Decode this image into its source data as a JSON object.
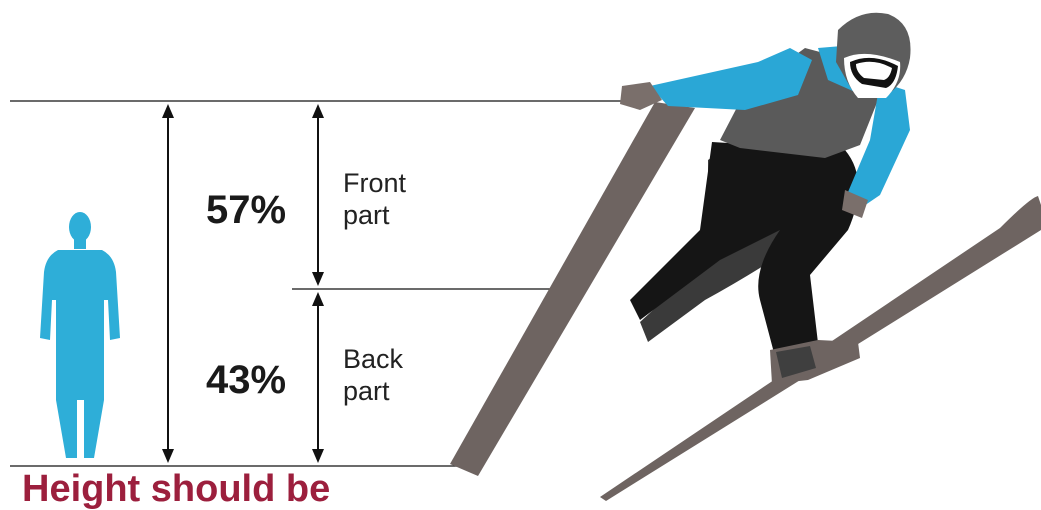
{
  "front": {
    "percent": "57%",
    "label_line1": "Front",
    "label_line2": "part"
  },
  "back": {
    "percent": "43%",
    "label_line1": "Back",
    "label_line2": "part"
  },
  "caption": "Height should be",
  "colors": {
    "human_silhouette": "#2eaed8",
    "jacket": "#2aa7d6",
    "vest": "#5a5a5a",
    "pants": "#151515",
    "ski": "#6e6461",
    "caption": "#9c1f3d"
  },
  "icons": [
    "human-silhouette-icon",
    "ski-jumper-illustration"
  ]
}
